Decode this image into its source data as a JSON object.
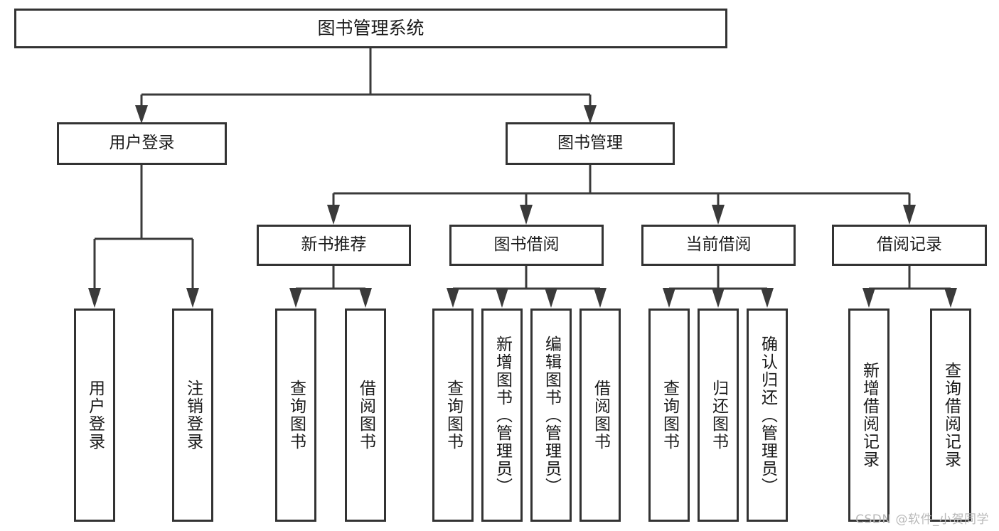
{
  "diagram": {
    "title": "图书管理系统",
    "type": "功能结构图",
    "root": {
      "id": "root",
      "label": "图书管理系统"
    },
    "level2": [
      {
        "id": "user-login",
        "label": "用户登录"
      },
      {
        "id": "book-manage",
        "label": "图书管理"
      }
    ],
    "level3": [
      {
        "id": "new-book-recommend",
        "label": "新书推荐"
      },
      {
        "id": "book-borrow",
        "label": "图书借阅"
      },
      {
        "id": "current-borrow",
        "label": "当前借阅"
      },
      {
        "id": "borrow-record",
        "label": "借阅记录"
      }
    ],
    "leaves": {
      "user_login": [
        {
          "id": "leaf-user-login",
          "label": "用户登录"
        },
        {
          "id": "leaf-user-logout",
          "label": "注销登录"
        }
      ],
      "new_book_recommend": [
        {
          "id": "leaf-query-book-1",
          "label": "查询图书"
        },
        {
          "id": "leaf-borrow-book-1",
          "label": "借阅图书"
        }
      ],
      "book_borrow": [
        {
          "id": "leaf-query-book-2",
          "label": "查询图书"
        },
        {
          "id": "leaf-add-book",
          "label": "新增图书（管理员）"
        },
        {
          "id": "leaf-edit-book",
          "label": "编辑图书（管理员）"
        },
        {
          "id": "leaf-borrow-book-2",
          "label": "借阅图书"
        }
      ],
      "current_borrow": [
        {
          "id": "leaf-query-book-3",
          "label": "查询图书"
        },
        {
          "id": "leaf-return-book",
          "label": "归还图书"
        },
        {
          "id": "leaf-confirm-return",
          "label": "确认归还（管理员）"
        }
      ],
      "borrow_record": [
        {
          "id": "leaf-add-record",
          "label": "新增借阅记录"
        },
        {
          "id": "leaf-query-record",
          "label": "查询借阅记录"
        }
      ]
    },
    "watermark": "CSDN @软件_小贺同学",
    "colors": {
      "box_border": "#333333",
      "box_fill": "#ffffff",
      "connector": "#3a3a3a",
      "text": "#1a1a1a",
      "watermark": "#b9b9b9",
      "background": "#ffffff"
    }
  }
}
